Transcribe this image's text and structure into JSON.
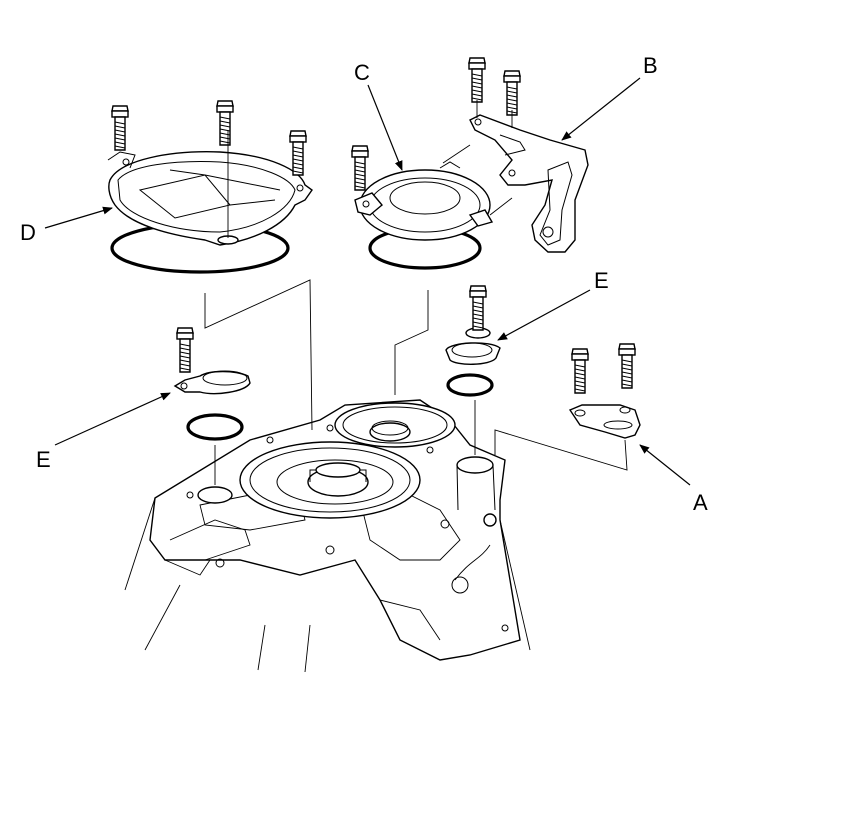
{
  "diagram": {
    "callouts": [
      {
        "id": "A",
        "letter": "A"
      },
      {
        "id": "B",
        "letter": "B"
      },
      {
        "id": "C",
        "letter": "C"
      },
      {
        "id": "D",
        "letter": "D"
      },
      {
        "id": "E1",
        "letter": "E"
      },
      {
        "id": "E2",
        "letter": "E"
      }
    ],
    "colors": {
      "line": "#000000",
      "background": "#ffffff"
    }
  }
}
